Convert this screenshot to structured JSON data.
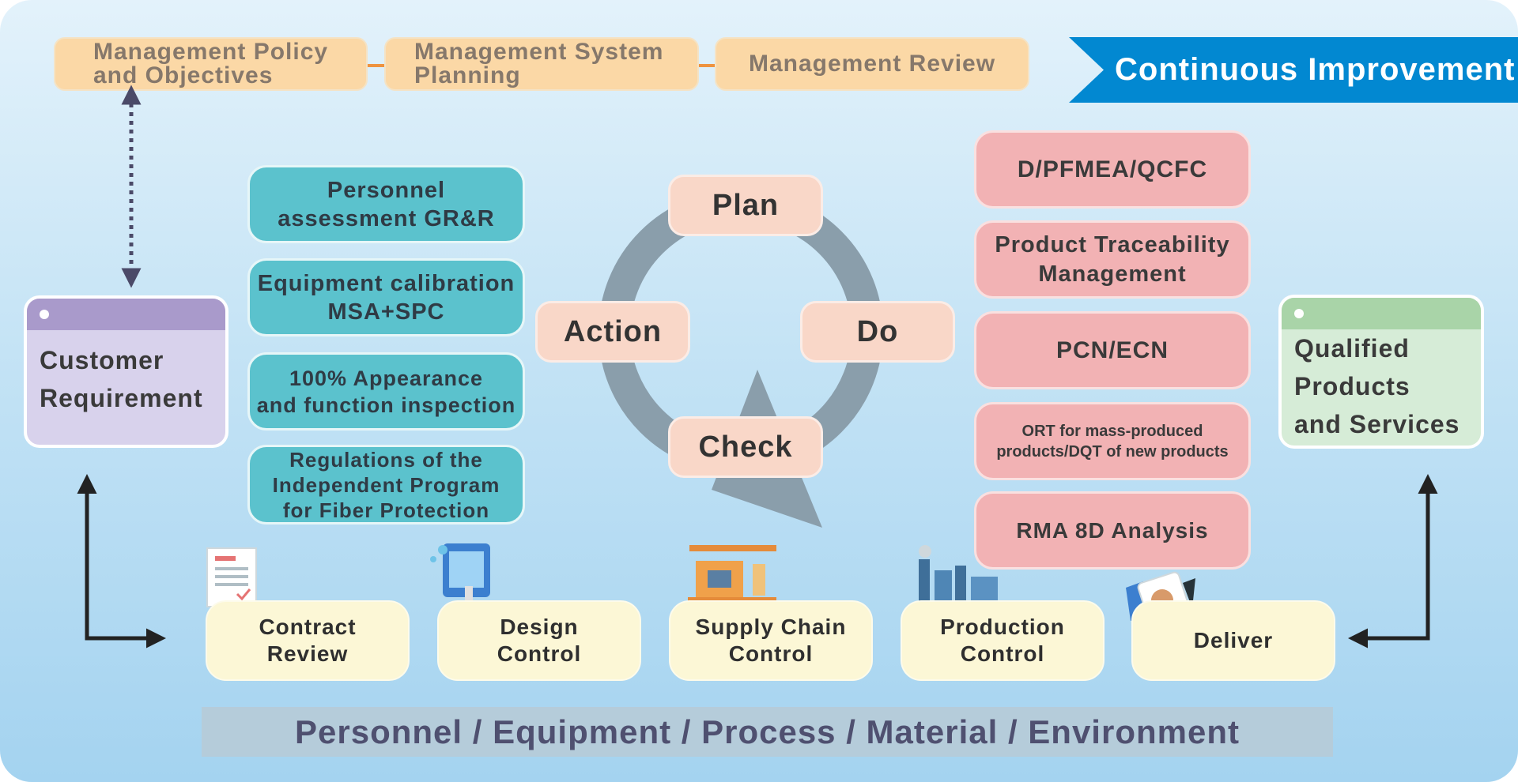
{
  "top_flow": {
    "policy": [
      "Management Policy",
      "and Objectives"
    ],
    "system": [
      "Management System",
      "Planning"
    ],
    "review": "Management Review"
  },
  "banner": "Continuous Improvement",
  "inspection": {
    "personnel": [
      "Personnel",
      "assessment GR&R"
    ],
    "equipment": [
      "Equipment calibration",
      "MSA+SPC"
    ],
    "appearance": [
      "100% Appearance",
      "and function inspection"
    ],
    "regulations": [
      "Regulations of the",
      "Independent Program",
      "for Fiber Protection"
    ]
  },
  "pdca": {
    "plan": "Plan",
    "do": "Do",
    "check": "Check",
    "action": "Action"
  },
  "quality_tools": {
    "fmea": "D/PFMEA/QCFC",
    "traceability": [
      "Product Traceability",
      "Management"
    ],
    "pcn": "PCN/ECN",
    "ort": [
      "ORT for mass-produced",
      "products/DQT of new products"
    ],
    "rma": "RMA 8D Analysis"
  },
  "customer": [
    "Customer",
    "Requirement"
  ],
  "qualified": [
    "Qualified",
    "Products",
    "and Services"
  ],
  "process": {
    "contract": [
      "Contract",
      "Review"
    ],
    "design": [
      "Design",
      "Control"
    ],
    "supply": [
      "Supply Chain",
      "Control"
    ],
    "production": [
      "Production",
      "Control"
    ],
    "deliver": "Deliver"
  },
  "bottom_bar": "Personnel / Equipment / Process / Material / Environment",
  "colors": {
    "banner": "#0288d1",
    "policy": "#fbd8a6",
    "teal": "#5bc2cd",
    "pink": "#f2b2b4",
    "pdca": "#f9d7c8",
    "cycle": "#8a9eab",
    "customer_header": "#a99acb",
    "customer_body": "#d8d2ec",
    "qualified_header": "#a9d4a8",
    "qualified_body": "#d6ecd7",
    "process": "#fcf7d6"
  }
}
